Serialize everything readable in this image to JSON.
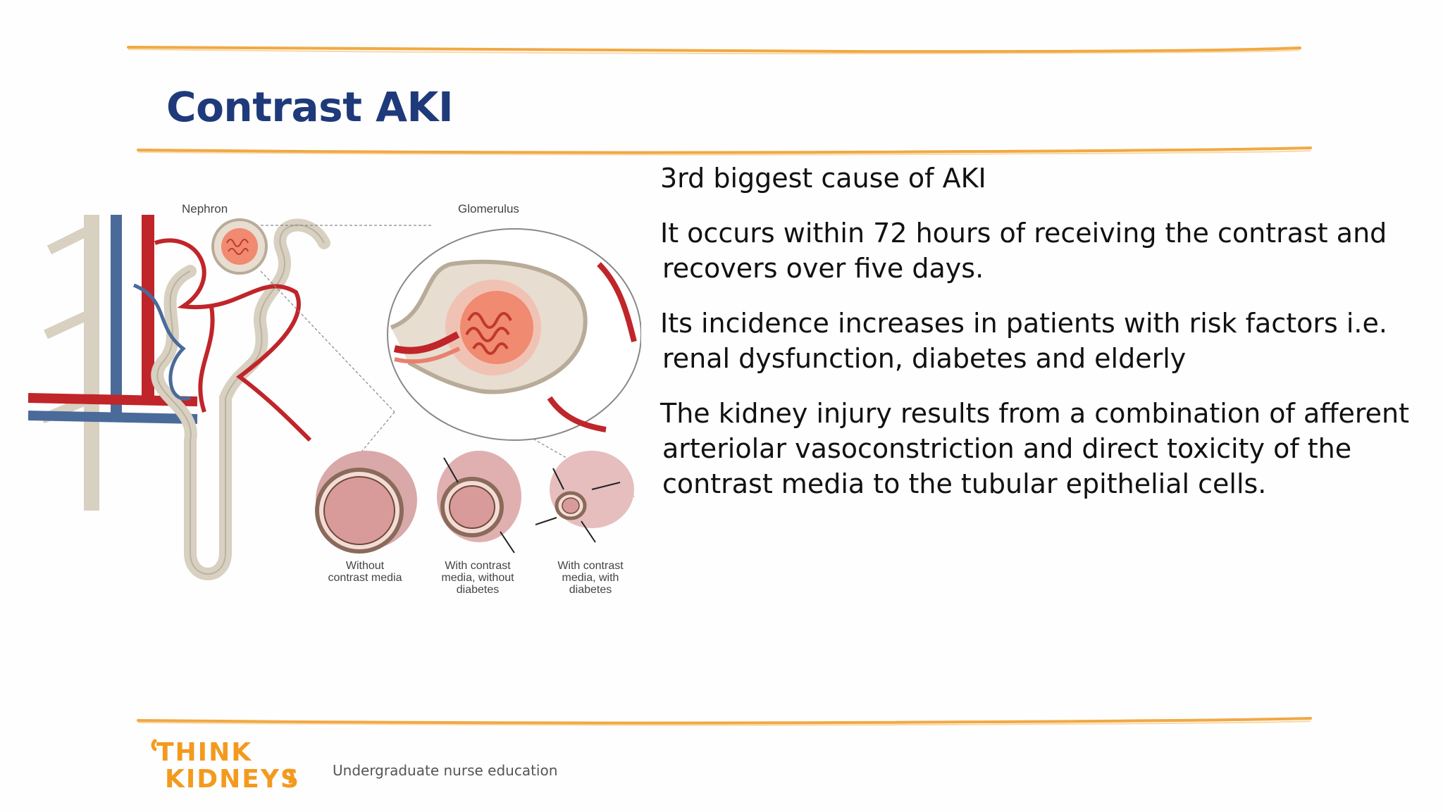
{
  "slide": {
    "title": "Contrast AKI",
    "bullets": [
      {
        "lines": [
          "3rd biggest cause of AKI"
        ]
      },
      {
        "lines": [
          "It occurs within 72 hours of receiving the contrast and",
          "recovers over five days."
        ]
      },
      {
        "lines": [
          "Its incidence increases in patients with risk factors i.e.",
          "renal dysfunction, diabetes and elderly"
        ]
      },
      {
        "lines": [
          "The kidney injury results from a combination of afferent",
          "arteriolar vasoconstriction and direct toxicity of the",
          "contrast media to the tubular epithelial cells."
        ]
      }
    ]
  },
  "figure": {
    "nephron_label": "Nephron",
    "glomerulus_label": "Glomerulus",
    "captions": [
      [
        "Without",
        "contrast media"
      ],
      [
        "With contrast",
        "media, without",
        "diabetes"
      ],
      [
        "With contrast",
        "media, with",
        "diabetes"
      ]
    ]
  },
  "footer": {
    "logo_line1": "THINK",
    "logo_line2": "KIDNEYS",
    "text": "Undergraduate nurse education"
  },
  "colors": {
    "title": "#1f3a7a",
    "rule": "#f0a030",
    "logo": "#f39a1e",
    "artery": "#c0252a",
    "vein": "#4a6a9a",
    "tubule": "#d8d0c0"
  }
}
